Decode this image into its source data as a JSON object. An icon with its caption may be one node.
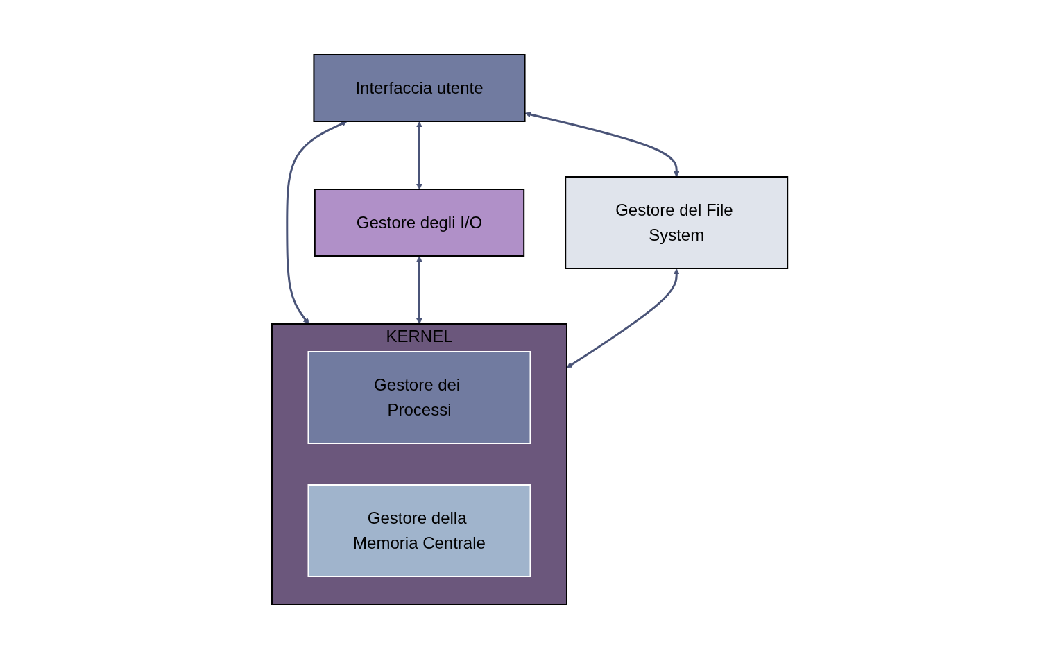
{
  "diagram": {
    "nodes": [
      {
        "text": [
          "Interfaccia utente"
        ]
      },
      {
        "text": [
          "Gestore degli I/O"
        ]
      },
      {
        "text": [
          "Gestore del File System"
        ]
      },
      {
        "text": [
          "KERNEL"
        ]
      },
      {
        "text": [
          "Gestore dei Processi"
        ],
        "in": 3
      },
      {
        "text": [
          "Gestore della Memoria Centrale"
        ],
        "in": 3
      }
    ],
    "edges": [
      {
        "from": 0,
        "to": 1,
        "arrow": "both"
      },
      {
        "from": 0,
        "to": 3,
        "arrow": "both"
      },
      {
        "from": 0,
        "to": 2,
        "arrow": "both"
      },
      {
        "from": 1,
        "to": 3,
        "arrow": "both"
      },
      {
        "from": 2,
        "to": 3,
        "arrow": "both"
      }
    ]
  }
}
